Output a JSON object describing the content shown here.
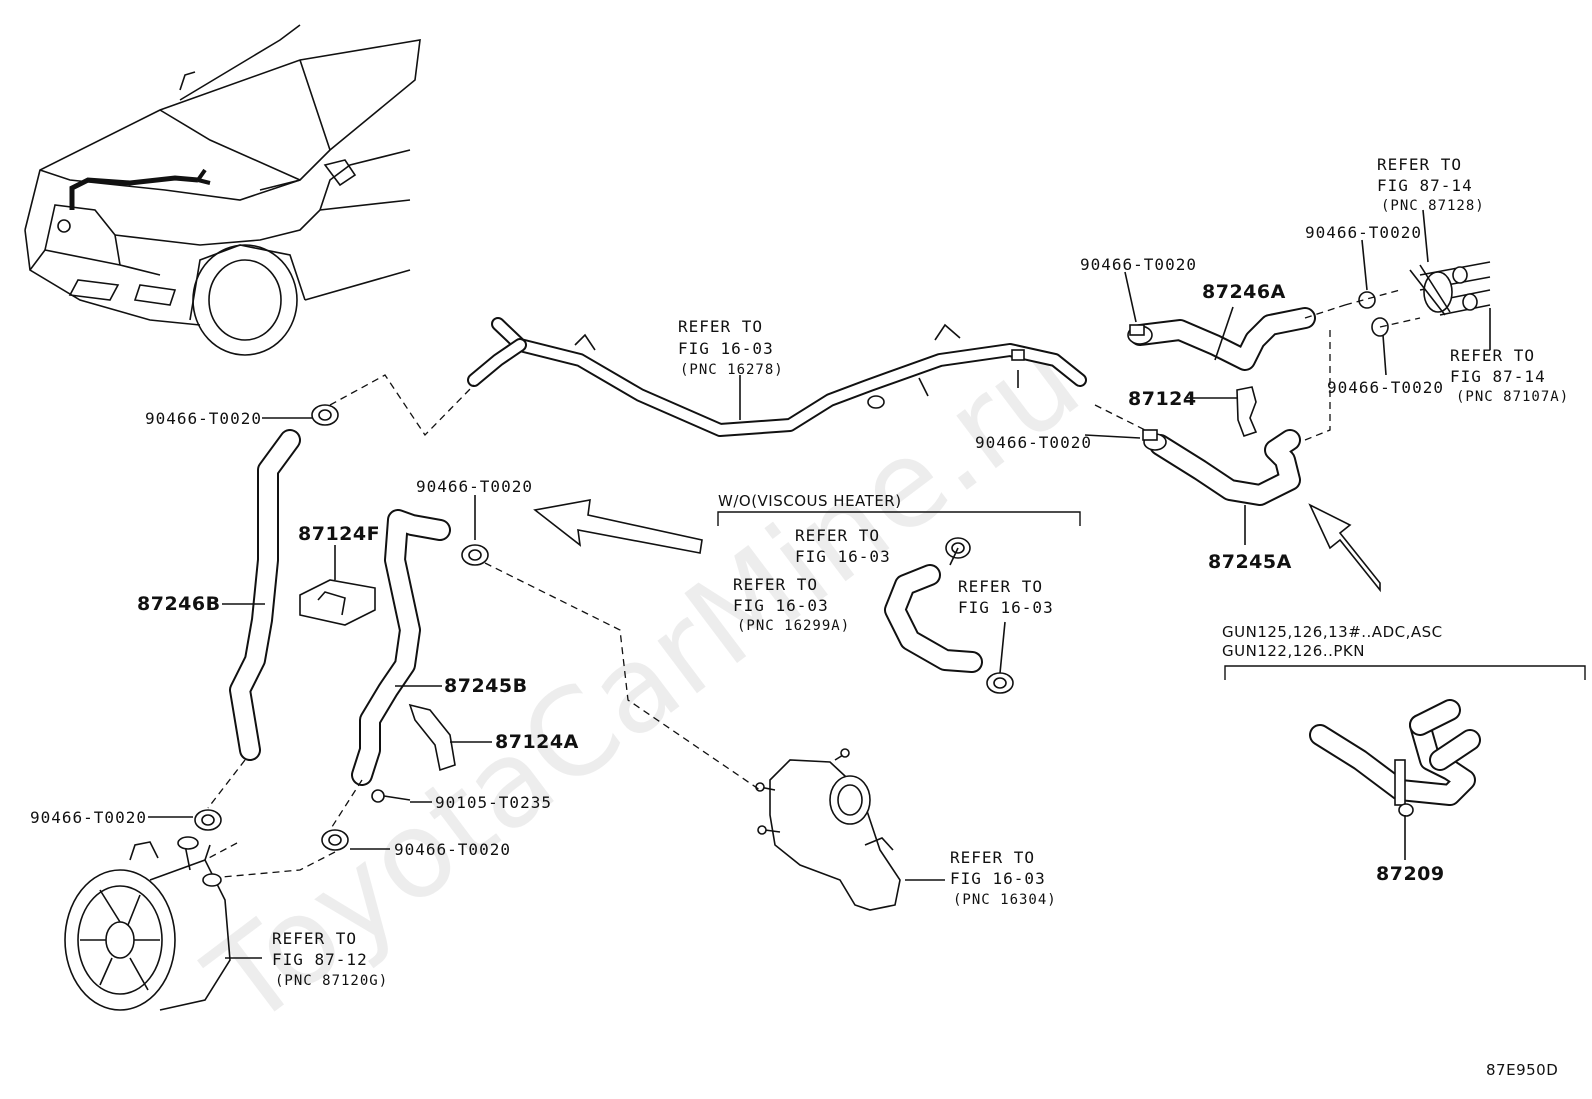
{
  "diagram_id": "87E950D",
  "watermark": "ToyotaCarMine.ru",
  "section_labels": {
    "wo_viscous_heater": "W/O(VISCOUS HEATER)",
    "gun_models_line1": "GUN125,126,13#..ADC,ASC",
    "gun_models_line2": "GUN122,126..PKN"
  },
  "part_numbers": {
    "p87246A": "87246A",
    "p87124": "87124",
    "p87245A": "87245A",
    "p87124F": "87124F",
    "p87246B": "87246B",
    "p87245B": "87245B",
    "p87124A": "87124A",
    "p87209": "87209",
    "clip1": "90466-T0020",
    "clip2": "90466-T0020",
    "clip3": "90466-T0020",
    "clip4": "90466-T0020",
    "clip5": "90466-T0020",
    "clip6": "90466-T0020",
    "clip7": "90466-T0020",
    "clip8": "90466-T0020",
    "bolt": "90105-T0235"
  },
  "references": {
    "r16278": {
      "l1": "REFER TO",
      "l2": "FIG 16-03",
      "l3": "(PNC 16278)"
    },
    "r87128": {
      "l1": "REFER TO",
      "l2": "FIG 87-14",
      "l3": "(PNC 87128)"
    },
    "r87107A": {
      "l1": "REFER TO",
      "l2": "FIG 87-14",
      "l3": "(PNC 87107A)"
    },
    "r1603a": {
      "l1": "REFER TO",
      "l2": "FIG 16-03"
    },
    "r16299A": {
      "l1": "REFER TO",
      "l2": "FIG 16-03",
      "l3": "(PNC 16299A)"
    },
    "r1603b": {
      "l1": "REFER TO",
      "l2": "FIG 16-03"
    },
    "r16304": {
      "l1": "REFER TO",
      "l2": "FIG 16-03",
      "l3": "(PNC 16304)"
    },
    "r87120G": {
      "l1": "REFER TO",
      "l2": "FIG 87-12",
      "l3": "(PNC 87120G)"
    }
  }
}
